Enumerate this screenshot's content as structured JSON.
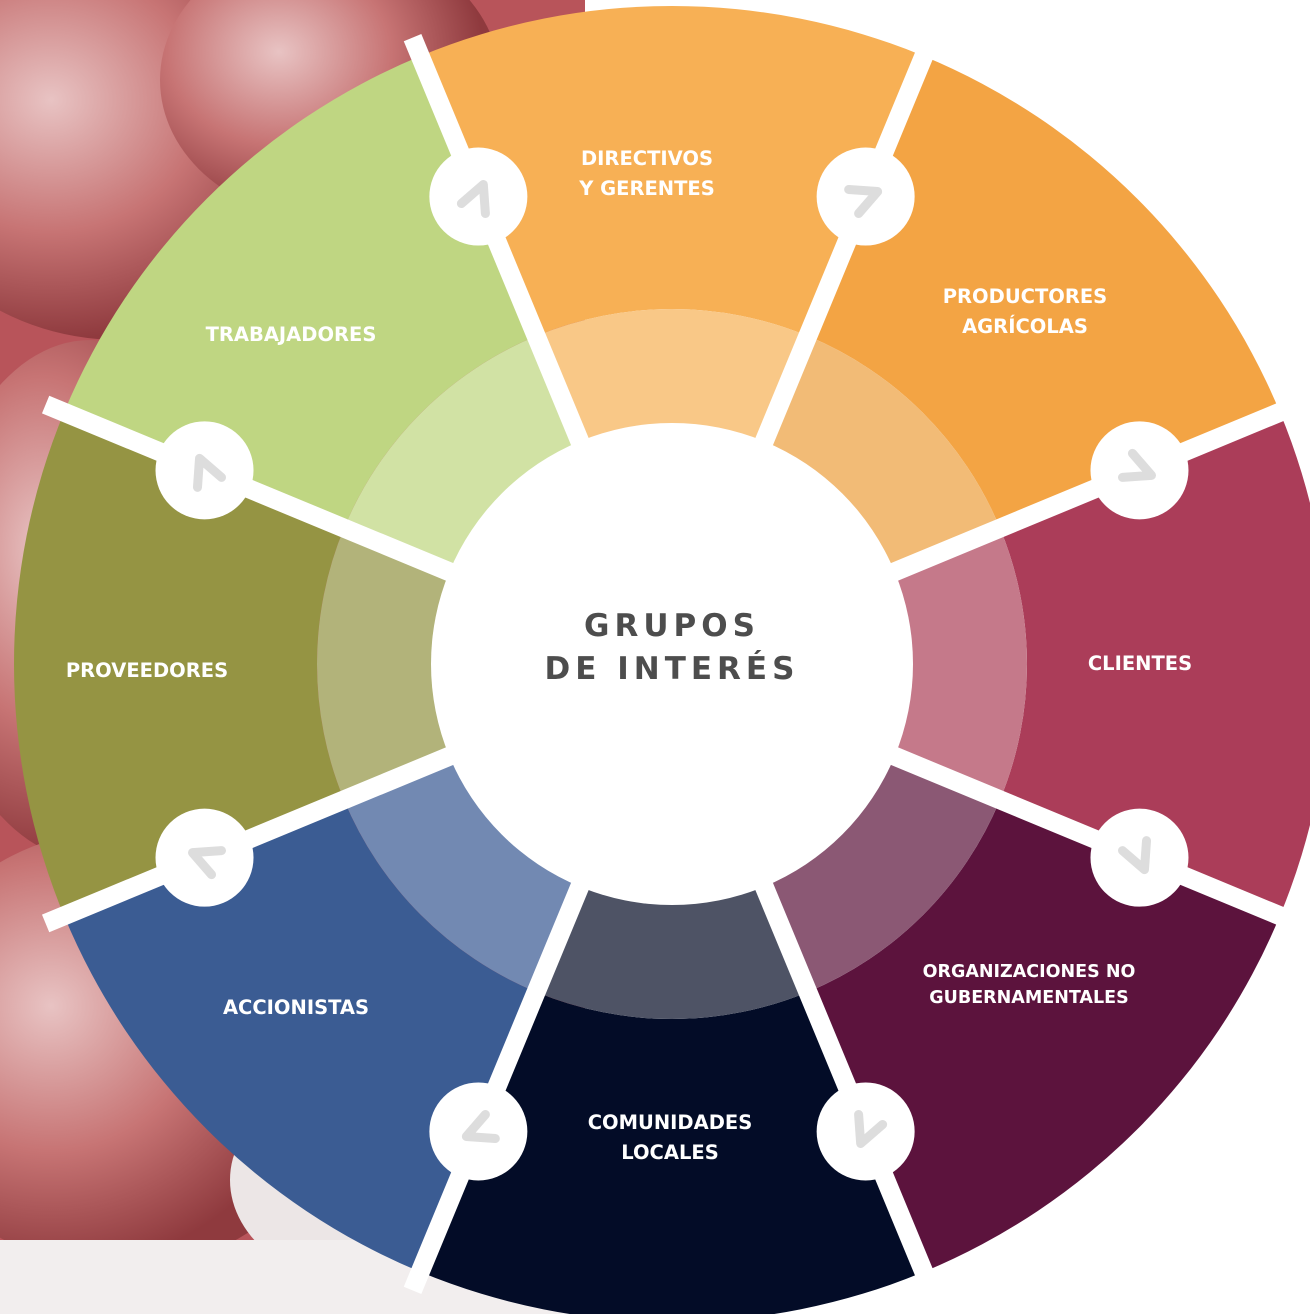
{
  "center": {
    "line1": "GRUPOS",
    "line2": "DE INTERÉS"
  },
  "colors": {
    "background_left": "#b03a4c",
    "separator": "#ffffff",
    "hub": "#ffffff",
    "connector_icon": "#dddddd"
  },
  "segments": [
    {
      "key": "directivos",
      "lines": [
        "DIRECTIVOS",
        "Y GERENTES"
      ],
      "color": "#f7b055",
      "inner_color": "#f9c887"
    },
    {
      "key": "productores",
      "lines": [
        "PRODUCTORES",
        "AGRÍCOLAS"
      ],
      "color": "#f3a444",
      "inner_color": "#f2bb76"
    },
    {
      "key": "clientes",
      "lines": [
        "CLIENTES"
      ],
      "color": "#ab3d59",
      "inner_color": "#c5798a"
    },
    {
      "key": "ong",
      "lines": [
        "ORGANIZACIONES NO",
        "GUBERNAMENTALES"
      ],
      "color": "#5c133d",
      "inner_color": "#8b5874"
    },
    {
      "key": "comunidades",
      "lines": [
        "COMUNIDADES",
        "LOCALES"
      ],
      "color": "#030c27",
      "inner_color": "#4e5365"
    },
    {
      "key": "accionistas",
      "lines": [
        "ACCIONISTAS"
      ],
      "color": "#3b5c93",
      "inner_color": "#7289b2"
    },
    {
      "key": "proveedores",
      "lines": [
        "PROVEEDORES"
      ],
      "color": "#959443",
      "inner_color": "#b2b37a"
    },
    {
      "key": "trabajadores",
      "lines": [
        "TRABAJADORES"
      ],
      "color": "#bfd682",
      "inner_color": "#d1e2a4"
    }
  ],
  "connectors": [
    {
      "key": "connector-directivos-productores",
      "icon": "chevron-icon"
    },
    {
      "key": "connector-productores-clientes",
      "icon": "chevron-icon"
    },
    {
      "key": "connector-clientes-ong",
      "icon": "chevron-icon"
    },
    {
      "key": "connector-ong-comunidades",
      "icon": "chevron-icon"
    },
    {
      "key": "connector-comunidades-accionistas",
      "icon": "chevron-icon"
    },
    {
      "key": "connector-accionistas-proveedores",
      "icon": "chevron-icon"
    },
    {
      "key": "connector-proveedores-trabajadores",
      "icon": "chevron-icon"
    },
    {
      "key": "connector-trabajadores-directivos",
      "icon": "chevron-icon"
    }
  ]
}
